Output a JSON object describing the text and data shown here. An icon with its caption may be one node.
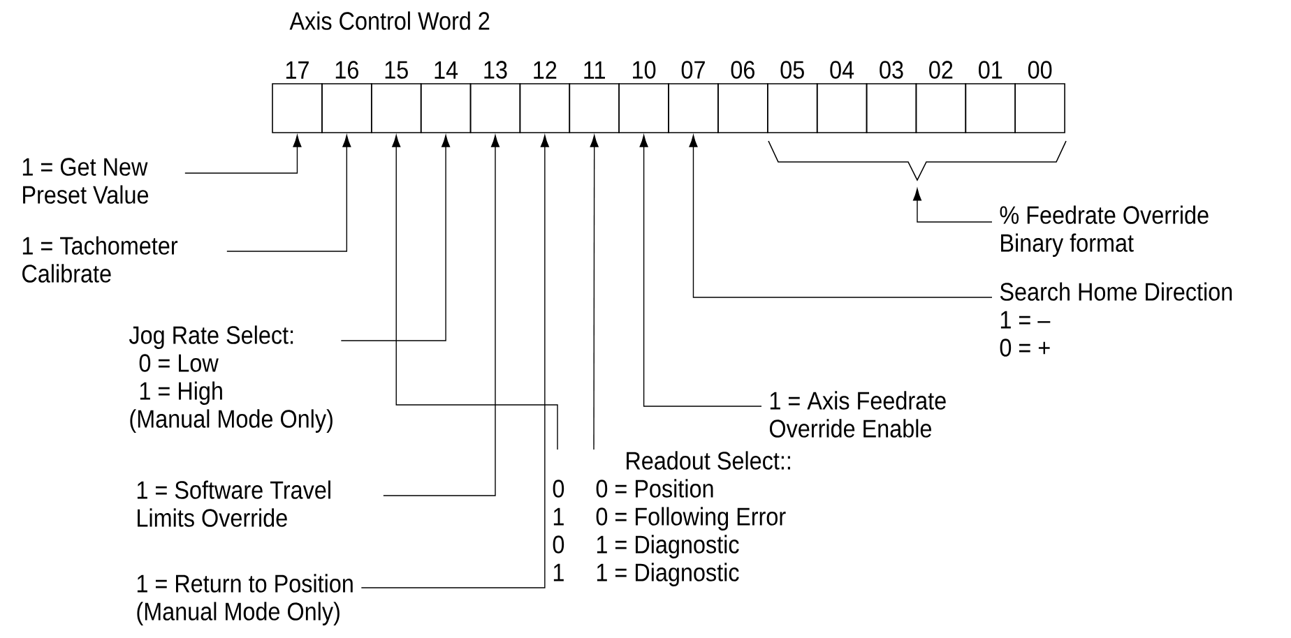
{
  "diagram": {
    "title": "Axis Control Word 2",
    "nodes": [
      {
        "text": [
          "17"
        ]
      },
      {
        "text": [
          "16"
        ]
      },
      {
        "text": [
          "15"
        ]
      },
      {
        "text": [
          "14"
        ]
      },
      {
        "text": [
          "13"
        ]
      },
      {
        "text": [
          "12"
        ]
      },
      {
        "text": [
          "11"
        ]
      },
      {
        "text": [
          "10"
        ]
      },
      {
        "text": [
          "07"
        ]
      },
      {
        "text": [
          "06"
        ]
      },
      {
        "text": [
          "05"
        ]
      },
      {
        "text": [
          "04"
        ]
      },
      {
        "text": [
          "03"
        ]
      },
      {
        "text": [
          "02"
        ]
      },
      {
        "text": [
          "01"
        ]
      },
      {
        "text": [
          "00"
        ]
      },
      {
        "text": [],
        "shape": "bracket"
      },
      {
        "text": [
          "1 = Get New Preset Value"
        ]
      },
      {
        "text": [
          "% Feedrate Override Binary format"
        ]
      },
      {
        "text": [
          "1 = Tachometer Calibrate"
        ]
      },
      {
        "text": [
          "Search Home Direction",
          "1 = –",
          "0 = +"
        ]
      },
      {
        "text": [
          "Jog Rate Select:",
          "0 = Low",
          "1 = High",
          "(Manual Mode Only)"
        ]
      },
      {
        "text": [
          "1 = Axis Feedrate Override Enable"
        ]
      },
      {
        "text": [
          "1 = Software Travel Limits Override"
        ]
      },
      {
        "text": [
          "Readout Select::",
          "0",
          "0 = Position",
          "1",
          "0 = Following Error",
          "0",
          "1 = Diagnostic",
          "1",
          "1 = Diagnostic"
        ]
      },
      {
        "text": [
          "1 = Return to Position",
          "(Manual Mode Only)"
        ]
      }
    ],
    "edges": [
      {
        "from": 17,
        "to": 0,
        "arrow": "to"
      },
      {
        "from": 18,
        "to": 16,
        "arrow": "to"
      },
      {
        "from": 19,
        "to": 1,
        "arrow": "to"
      },
      {
        "from": 20,
        "to": 8,
        "arrow": "to"
      },
      {
        "from": 21,
        "to": 3,
        "arrow": "to"
      },
      {
        "from": 22,
        "to": 7,
        "arrow": "to"
      },
      {
        "from": 23,
        "to": 4,
        "arrow": "to"
      },
      {
        "from": 24,
        "to": 2,
        "arrow": "to"
      },
      {
        "from": 24,
        "to": 6,
        "arrow": "to"
      },
      {
        "from": 25,
        "to": 5,
        "arrow": "to"
      }
    ]
  }
}
